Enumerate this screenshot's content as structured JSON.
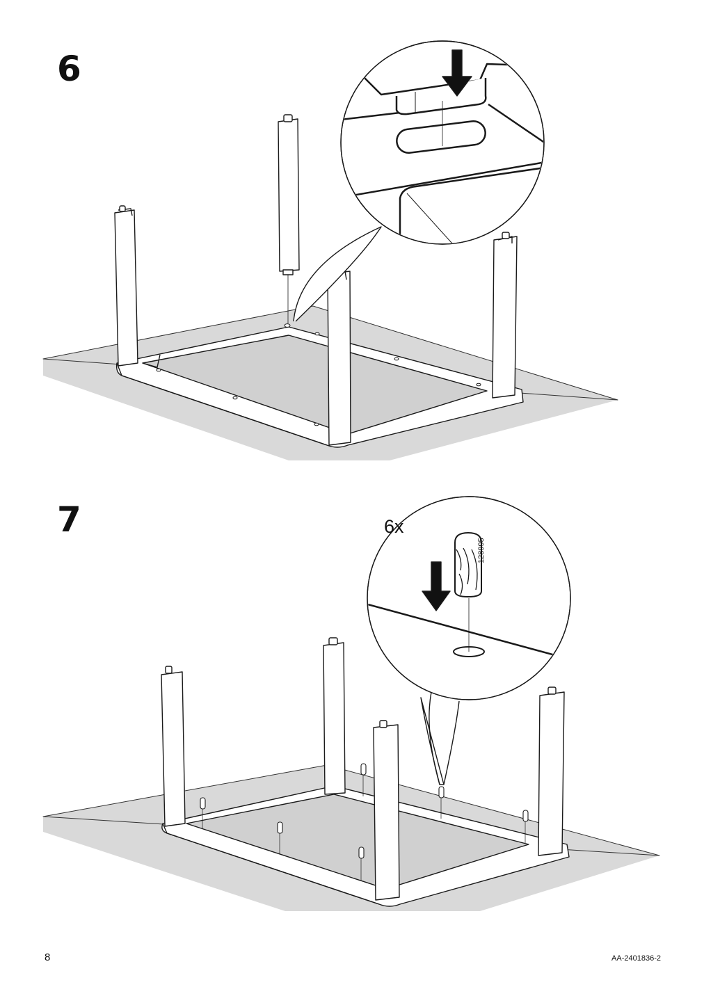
{
  "steps": [
    {
      "number": "6"
    },
    {
      "number": "7",
      "quantity": "6x",
      "part_number": "128995"
    }
  ],
  "footer": {
    "page_number": "8",
    "document_code": "AA-2401836-2"
  },
  "colors": {
    "floor": "#d9d9d9",
    "line": "#1a1a1a",
    "part": "#ffffff"
  },
  "icons": [
    "down-arrow-icon",
    "dowel-icon",
    "magnifier-callout"
  ]
}
